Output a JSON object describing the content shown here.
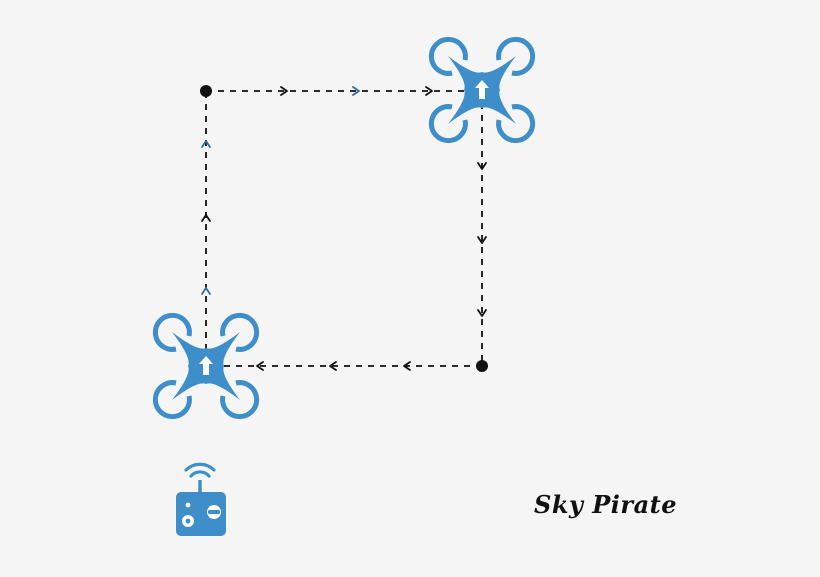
{
  "brand": {
    "name": "Sky Pirate"
  },
  "colors": {
    "drone": "#3e8fc9",
    "arrow_dark": "#111111",
    "arrow_blue": "#2f6fa3",
    "path": "#111111",
    "background": "#f5f5f5"
  },
  "diagram": {
    "type": "flight-path",
    "shape": "rectangle",
    "nodes": [
      {
        "id": "start",
        "kind": "drone"
      },
      {
        "id": "waypoint-top-left",
        "kind": "dot"
      },
      {
        "id": "waypoint-top-right",
        "kind": "drone"
      },
      {
        "id": "waypoint-bottom-right",
        "kind": "dot"
      }
    ],
    "path_direction": [
      "up",
      "right",
      "down",
      "left"
    ],
    "icons": [
      "drone-icon",
      "remote-controller-icon",
      "wifi-signal-icon"
    ]
  }
}
